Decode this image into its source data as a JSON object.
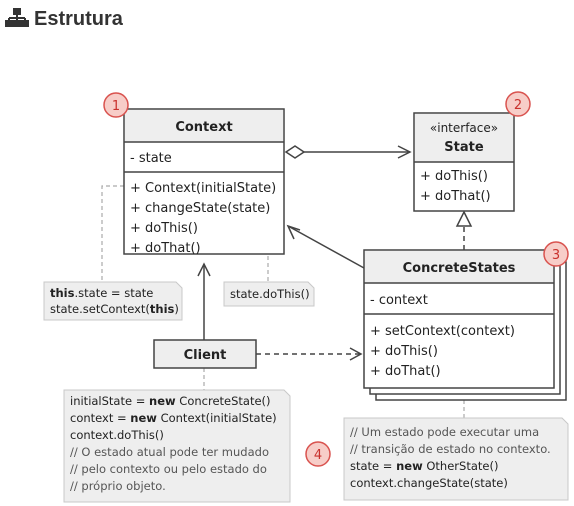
{
  "header": {
    "icon": "sitemap-icon",
    "title": "Estrutura"
  },
  "colors": {
    "badge_fill": "#f5c6c1",
    "badge_stroke": "#d9534f",
    "badge_text": "#c9302c",
    "box_header": "#eeeeee",
    "note_fill": "#eeeeee",
    "line": "#444444"
  },
  "badges": [
    "1",
    "2",
    "3",
    "4"
  ],
  "context_box": {
    "title": "Context",
    "fields": [
      "- state"
    ],
    "methods": [
      "+ Context(initialState)",
      "+ changeState(state)",
      "+ doThis()",
      "+ doThat()"
    ]
  },
  "state_box": {
    "stereotype": "«interface»",
    "title": "State",
    "methods": [
      "+ doThis()",
      "+ doThat()"
    ]
  },
  "concrete_box": {
    "title": "ConcreteStates",
    "fields": [
      "- context"
    ],
    "methods": [
      "+ setContext(context)",
      "+ doThis()",
      "+ doThat()"
    ]
  },
  "client_box": {
    "title": "Client"
  },
  "notes": {
    "context_constructor": [
      [
        {
          "t": "this",
          "b": true
        },
        {
          "t": ".state = state",
          "b": false
        }
      ],
      [
        {
          "t": "state.setContext(",
          "b": false
        },
        {
          "t": "this",
          "b": true
        },
        {
          "t": ")",
          "b": false
        }
      ]
    ],
    "context_dothis": [
      [
        {
          "t": "state.doThis()",
          "b": false
        }
      ]
    ],
    "client": [
      [
        {
          "t": "initialState = ",
          "b": false
        },
        {
          "t": "new",
          "b": true
        },
        {
          "t": " ConcreteState()",
          "b": false
        }
      ],
      [
        {
          "t": "context = ",
          "b": false
        },
        {
          "t": "new",
          "b": true
        },
        {
          "t": " Context(initialState)",
          "b": false
        }
      ],
      [
        {
          "t": "context.doThis()",
          "b": false
        }
      ],
      [
        {
          "t": "// O estado atual pode ter mudado",
          "b": false,
          "c": true
        }
      ],
      [
        {
          "t": "// pelo contexto ou pelo estado do",
          "b": false,
          "c": true
        }
      ],
      [
        {
          "t": "// próprio objeto.",
          "b": false,
          "c": true
        }
      ]
    ],
    "concrete": [
      [
        {
          "t": "// Um estado pode executar uma",
          "b": false,
          "c": true
        }
      ],
      [
        {
          "t": "// transição de estado no contexto.",
          "b": false,
          "c": true
        }
      ],
      [
        {
          "t": "state = ",
          "b": false
        },
        {
          "t": "new",
          "b": true
        },
        {
          "t": " OtherState()",
          "b": false
        }
      ],
      [
        {
          "t": "context.changeState(state)",
          "b": false
        }
      ]
    ]
  }
}
